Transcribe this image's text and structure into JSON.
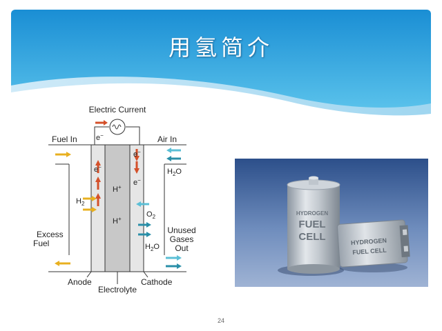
{
  "slide": {
    "title": "用氢简介",
    "page_number": "24"
  },
  "diagram": {
    "electric_current": "Electric Current",
    "fuel_in": "Fuel In",
    "air_in": "Air In",
    "excess_fuel_line1": "Excess",
    "excess_fuel_line2": "Fuel",
    "unused_line1": "Unused",
    "unused_line2": "Gases",
    "unused_line3": "Out",
    "anode": "Anode",
    "electrolyte": "Electrolyte",
    "cathode": "Cathode",
    "electron": "e",
    "electron_charge": "−",
    "proton": "H",
    "proton_charge": "+",
    "hydrogen": "H",
    "hydrogen_sub": "2",
    "oxygen": "O",
    "oxygen_sub": "2",
    "water_h": "H",
    "water_sub": "2",
    "water_o": "O",
    "colors": {
      "electron_arrow": "#d4502a",
      "hydrogen_arrow": "#e8b020",
      "oxygen_arrow": "#5bbfd6",
      "water_arrow": "#2a8fa8",
      "anode_plate": "#e6e6e6",
      "electrolyte": "#c8c8c8",
      "cathode_plate": "#e6e6e6"
    }
  },
  "photo": {
    "battery_large_line1": "HYDROGEN",
    "battery_large_line2": "FUEL",
    "battery_large_line3": "CELL",
    "battery_small_line1": "HYDROGEN",
    "battery_small_line2": "FUEL CELL"
  }
}
